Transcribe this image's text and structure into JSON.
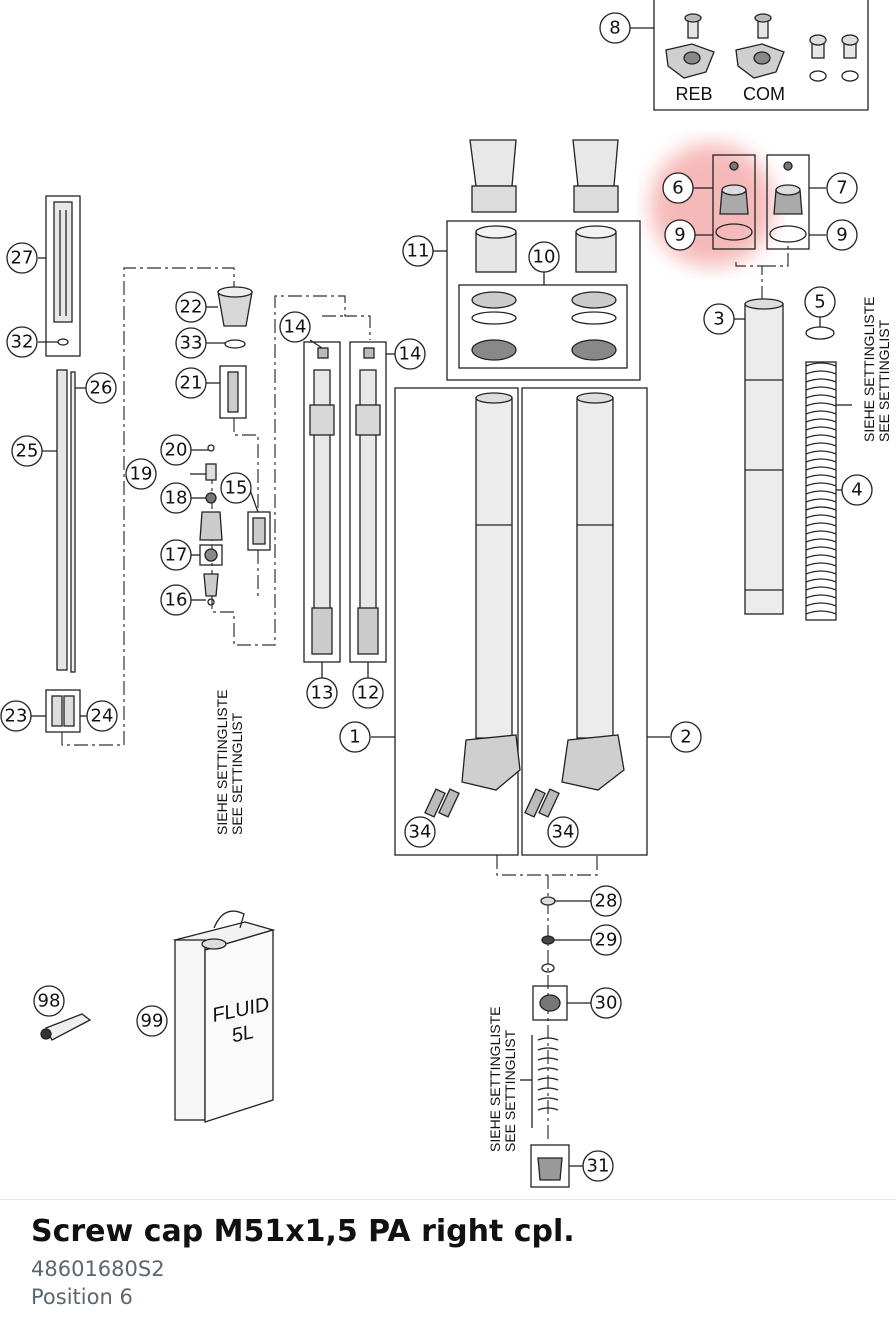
{
  "diagram": {
    "callouts": [
      "1",
      "2",
      "3",
      "4",
      "5",
      "6",
      "7",
      "8",
      "9",
      "9",
      "10",
      "11",
      "12",
      "13",
      "14",
      "14",
      "15",
      "16",
      "17",
      "18",
      "19",
      "20",
      "21",
      "22",
      "23",
      "24",
      "25",
      "26",
      "27",
      "28",
      "29",
      "30",
      "31",
      "32",
      "33",
      "34",
      "34",
      "98",
      "99"
    ],
    "box_labels": {
      "reb": "REB",
      "com": "COM"
    },
    "settinglist_line1": "SIEHE SETTINGLISTE",
    "settinglist_line2": "SEE SETTINGLIST",
    "can_label_line1": "FLUID",
    "can_label_line2": "5L",
    "highlight_color": "#f08080",
    "highlighted_position": "6"
  },
  "part": {
    "name": "Screw cap M51x1,5 PA right cpl.",
    "number": "48601680S2",
    "position": "Position 6"
  }
}
